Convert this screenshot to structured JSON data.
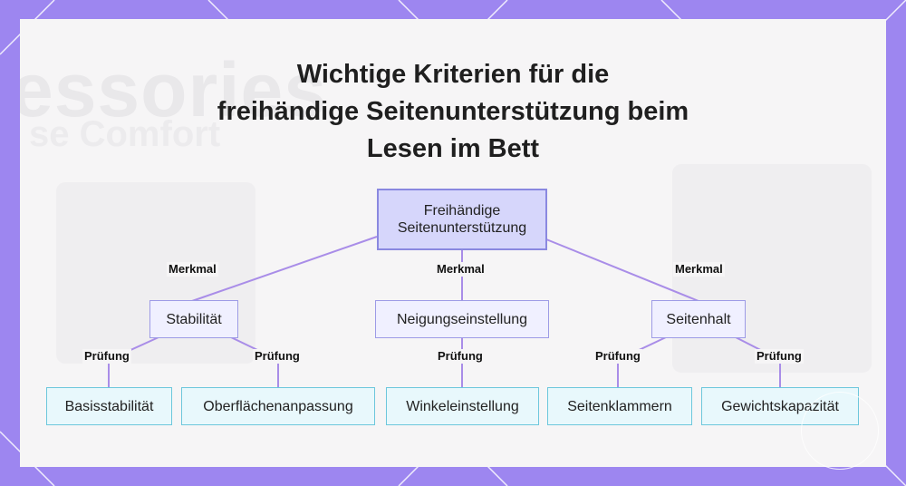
{
  "title": {
    "line1": "Wichtige Kriterien für die",
    "line2": "freihändige Seitenunterstützung beim",
    "line3": "Lesen im Bett"
  },
  "background_text": {
    "large": "essories",
    "small": "se Comfort"
  },
  "colors": {
    "frame": "#9d86f0",
    "root_fill": "#d6d6fb",
    "mid_fill": "#f0f0ff",
    "leaf_fill": "#e8f8fc",
    "connector": "#a98de8"
  },
  "diagram": {
    "root": "Freihändige Seitenunterstützung",
    "edge_merkmal": "Merkmal",
    "edge_pruefung": "Prüfung",
    "criteria": [
      {
        "label": "Stabilität",
        "children": [
          "Basisstabilität",
          "Oberflächenanpassung"
        ]
      },
      {
        "label": "Neigungseinstellung",
        "children": [
          "Winkeleinstellung"
        ]
      },
      {
        "label": "Seitenhalt",
        "children": [
          "Seitenklammern",
          "Gewichtskapazität"
        ]
      }
    ]
  }
}
